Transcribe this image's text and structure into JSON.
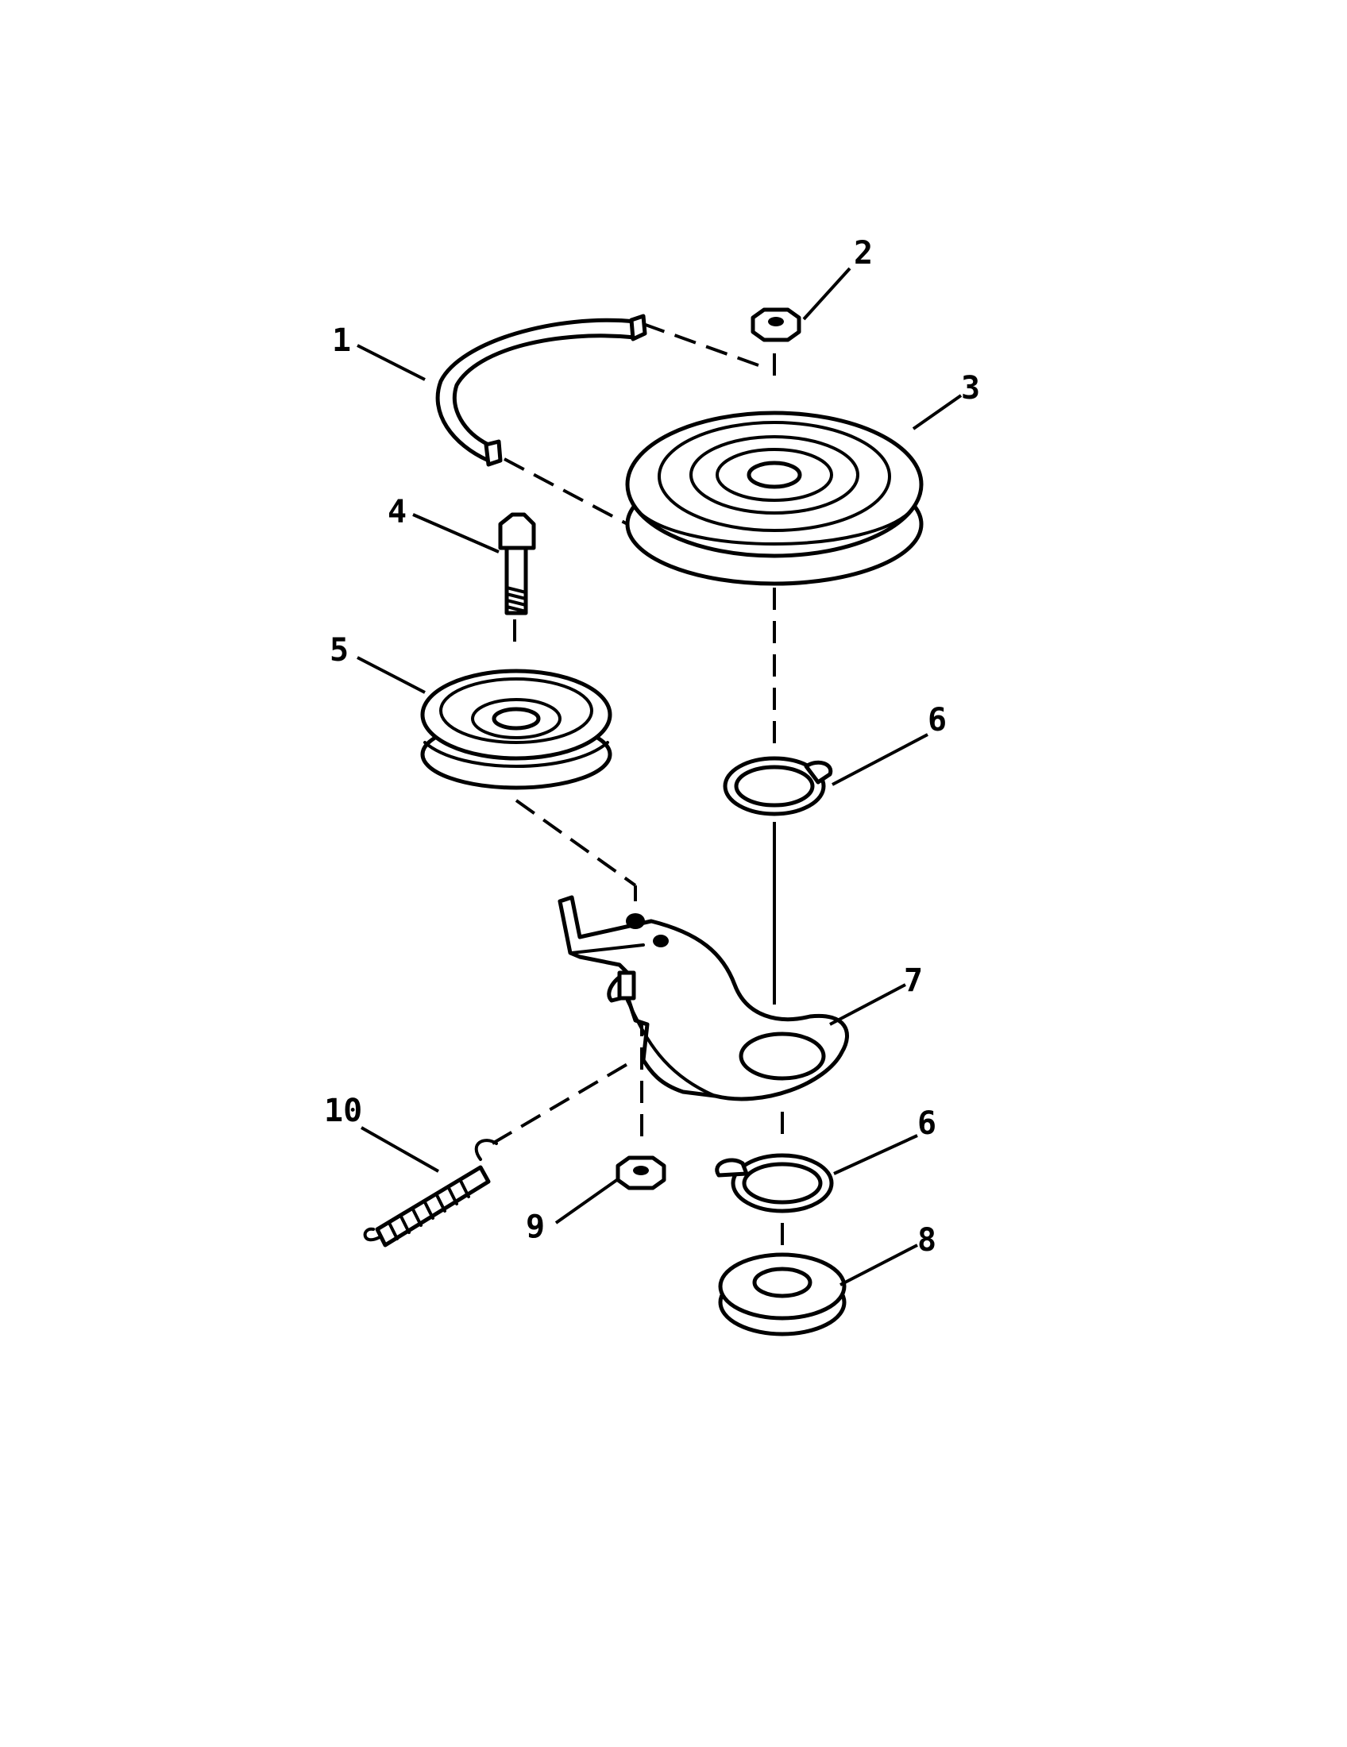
{
  "diagram": {
    "callouts": [
      {
        "id": "1",
        "label": "1"
      },
      {
        "id": "2",
        "label": "2"
      },
      {
        "id": "3",
        "label": "3"
      },
      {
        "id": "4",
        "label": "4"
      },
      {
        "id": "5",
        "label": "5"
      },
      {
        "id": "6a",
        "label": "6"
      },
      {
        "id": "7",
        "label": "7"
      },
      {
        "id": "6b",
        "label": "6"
      },
      {
        "id": "8",
        "label": "8"
      },
      {
        "id": "9",
        "label": "9"
      },
      {
        "id": "10",
        "label": "10"
      }
    ],
    "colors": {
      "ink": "#000000",
      "paper": "#ffffff"
    }
  }
}
